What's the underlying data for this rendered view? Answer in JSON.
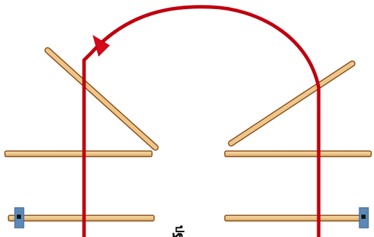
{
  "diagram": {
    "cut_label": "ปฐ",
    "colors": {
      "background": "#ffffff",
      "rod_fill": "#edc68a",
      "rod_edge": "#8a4a14",
      "path_line": "#c0000e",
      "end_cap": "#5b89b7",
      "end_dot": "#111111"
    },
    "elements": [
      "left-upper-horizontal-rod",
      "left-lower-horizontal-rod",
      "left-diagonal-rod",
      "right-upper-horizontal-rod",
      "right-lower-horizontal-rod",
      "right-diagonal-rod",
      "red-arch-path",
      "direction-arrow-icon",
      "left-end-cap",
      "right-end-cap"
    ]
  }
}
